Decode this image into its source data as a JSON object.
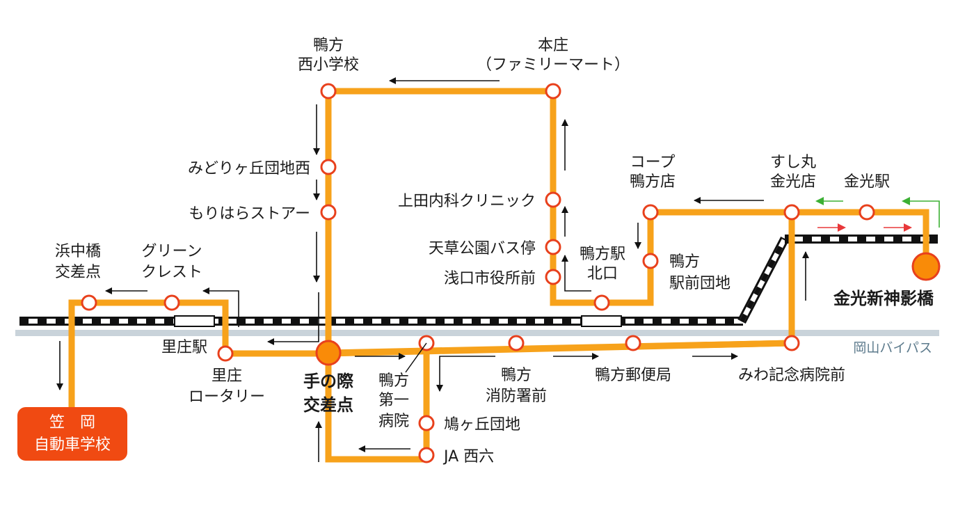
{
  "map": {
    "highway_label": "岡山バイパス",
    "school": {
      "line1": "笠　岡",
      "line2": "自動車学校"
    },
    "terminal": "金光新神影橋",
    "stops": {
      "nishi_shogakko": [
        "鴨方",
        "西小学校"
      ],
      "honjo": [
        "本庄",
        "（ファミリーマート）"
      ],
      "midorigaoka": "みどりヶ丘団地西",
      "morihara": "もりはらストアー",
      "ueda": "上田内科クリニック",
      "amakusa": "天草公園バス停",
      "asakuchi": "浅口市役所前",
      "kamogata_kitaguchi": [
        "鴨方駅",
        "北口"
      ],
      "coop": [
        "コープ",
        "鴨方店"
      ],
      "ekimae_danchi": [
        "鴨方",
        "駅前団地"
      ],
      "sushimaru": [
        "すし丸",
        "金光店"
      ],
      "konko_eki": "金光駅",
      "hamanaka": [
        "浜中橋",
        "交差点"
      ],
      "green": [
        "グリーン",
        "クレスト"
      ],
      "satosho_eki": "里庄駅",
      "satosho_rotary": [
        "里庄",
        "ロータリー"
      ],
      "tenosai": [
        "手の際",
        "交差点"
      ],
      "daiichi": [
        "鴨方",
        "第一",
        "病院"
      ],
      "shobo": [
        "鴨方",
        "消防署前"
      ],
      "yubin": "鴨方郵便局",
      "miwa": "みわ記念病院前",
      "hatogaoka": "鳩ヶ丘団地",
      "ja": "JA 西六"
    },
    "colors": {
      "route": "#f7a21b",
      "stop_stroke": "#e8401c",
      "school_bg": "#f04a12",
      "terminal_fill": "#f98b08",
      "highway": "#c9d3da",
      "arrow_green": "#3cb034",
      "arrow_red": "#e8383a"
    }
  }
}
